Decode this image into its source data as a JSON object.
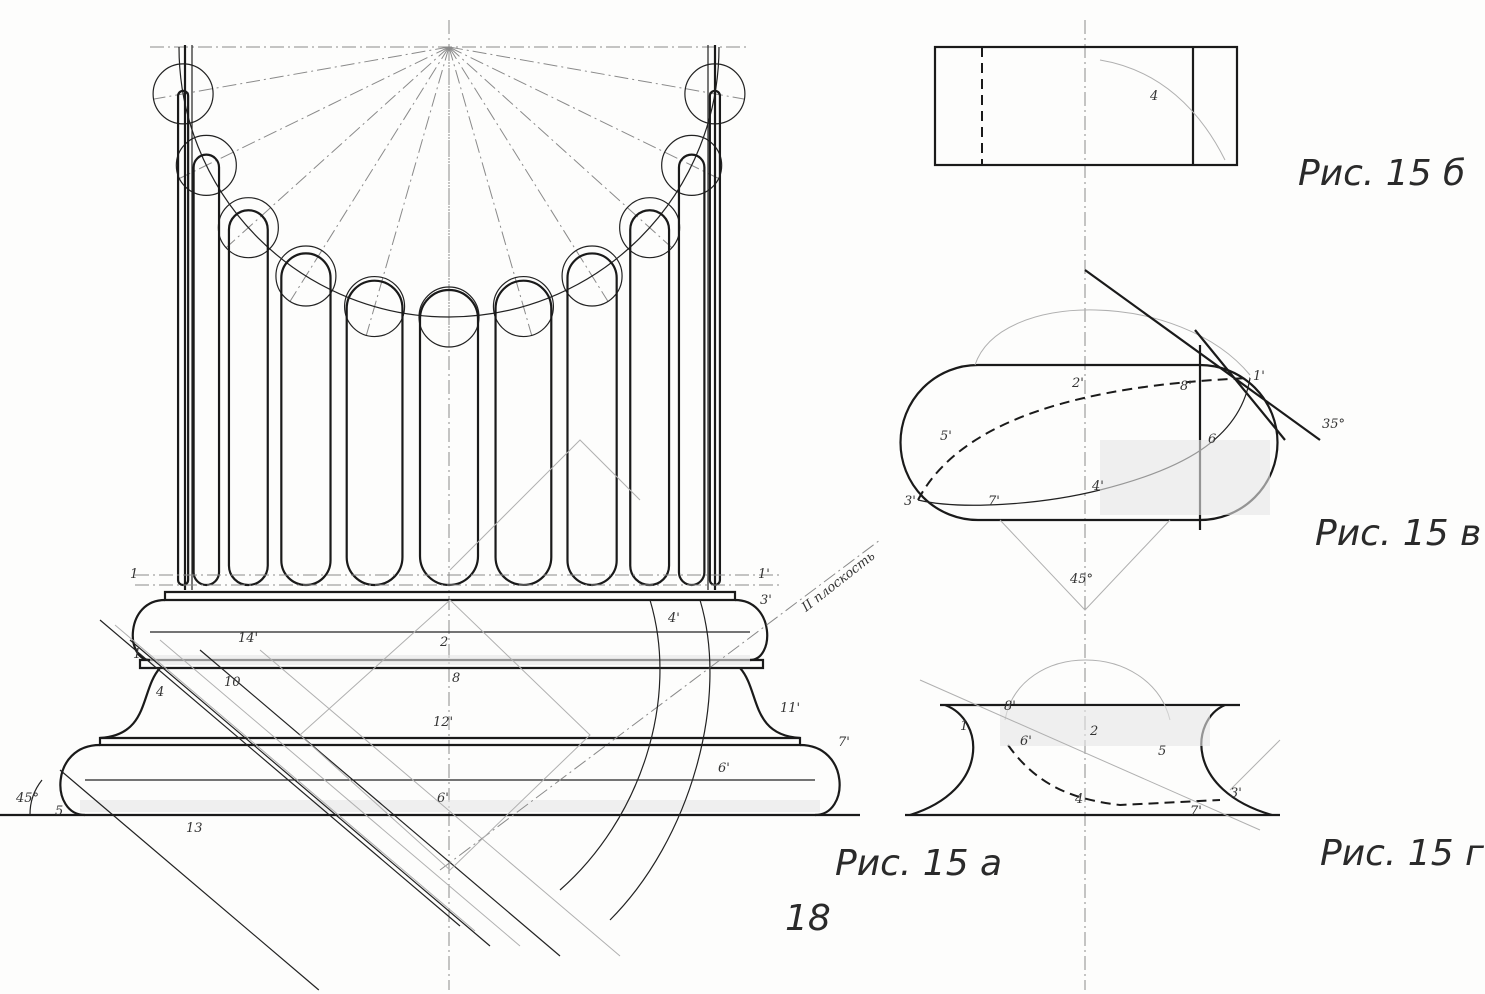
{
  "figures": {
    "fig_a": {
      "caption": "Рис. 15 а",
      "labels": [
        "1",
        "14'",
        "1",
        "10",
        "4",
        "12'",
        "2",
        "8",
        "6'",
        "5",
        "13",
        "45°",
        "11'",
        "II плоскость",
        "1'",
        "3'",
        "4'",
        "7'",
        "6'"
      ]
    },
    "fig_b": {
      "caption": "Рис. 15 б",
      "labels": [
        "4"
      ]
    },
    "fig_v": {
      "caption": "Рис. 15 в",
      "labels": [
        "2'",
        "8'",
        "1'",
        "3'",
        "6",
        "5'",
        "7'",
        "4'",
        "45°",
        "35°"
      ]
    },
    "fig_g": {
      "caption": "Рис. 15 г",
      "labels": [
        "8'",
        "6'",
        "1",
        "2",
        "5",
        "4",
        "7'",
        "3'"
      ]
    }
  },
  "page_number": "18",
  "colors": {
    "ink": "#1a1a1a",
    "construction": "#8a8a8a",
    "paper": "#fdfdfc"
  }
}
